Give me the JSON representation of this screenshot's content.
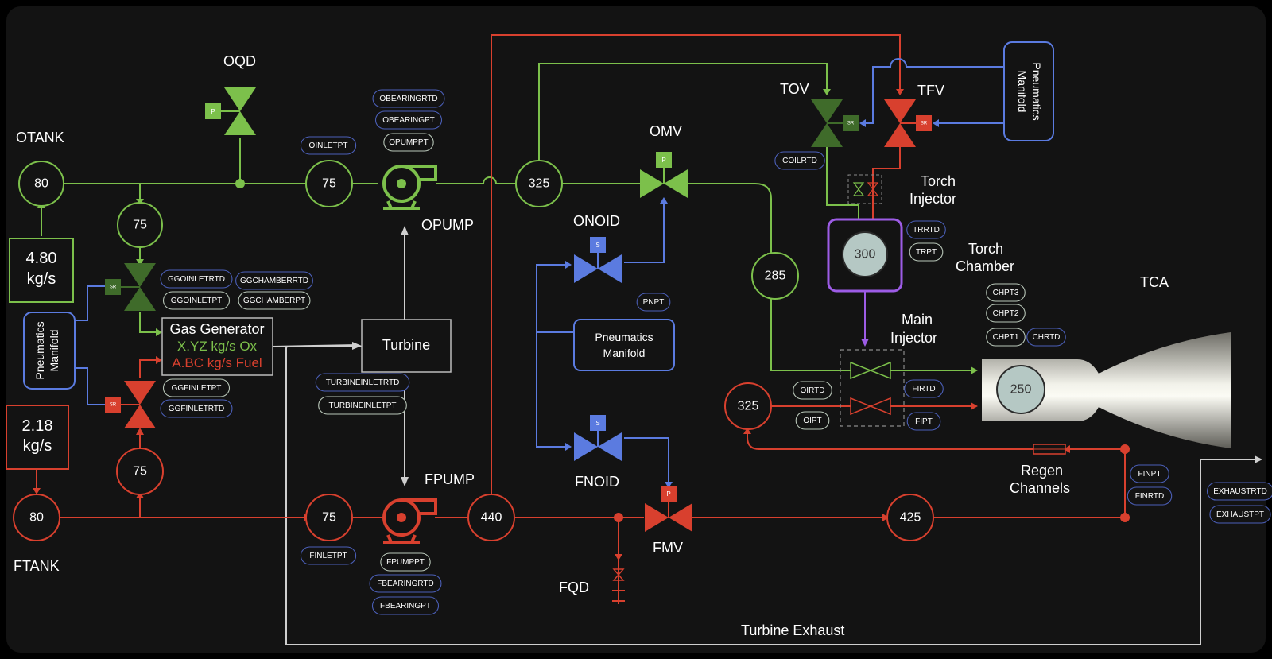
{
  "colors": {
    "ox": "#7cc04b",
    "ox_dark": "#3f6b2a",
    "fuel": "#d8402e",
    "pneu": "#5b7be0",
    "exhaust": "#cfcfcf",
    "purple": "#9d5ce6",
    "bg": "#131313"
  },
  "labels": {
    "oqd": "OQD",
    "otank": "OTANK",
    "ftank": "FTANK",
    "opump": "OPUMP",
    "fpump": "FPUMP",
    "omv": "OMV",
    "onoid": "ONOID",
    "fnoid": "FNOID",
    "fmv": "FMV",
    "fqd": "FQD",
    "tov": "TOV",
    "tfv": "TFV",
    "torch_injector_1": "Torch",
    "torch_injector_2": "Injector",
    "torch_chamber_1": "Torch",
    "torch_chamber_2": "Chamber",
    "main_injector_1": "Main",
    "main_injector_2": "Injector",
    "tca": "TCA",
    "regen_1": "Regen",
    "regen_2": "Channels",
    "turbine_exhaust": "Turbine Exhaust",
    "turbine": "Turbine",
    "pneu_manifold_1": "Pneumatics",
    "pneu_manifold_2": "Manifold"
  },
  "gas_generator": {
    "title": "Gas Generator",
    "ox": "X.YZ kg/s Ox",
    "fuel": "A.BC kg/s Fuel"
  },
  "flow_readouts": {
    "ox_value": "4.80",
    "ox_unit": "kg/s",
    "fuel_value": "2.18",
    "fuel_unit": "kg/s"
  },
  "gauges": {
    "otank": "80",
    "ox_branch": "75",
    "oinlet": "75",
    "opump_out": "325",
    "omv_down": "285",
    "ftank": "80",
    "fuel_branch": "75",
    "finlet": "75",
    "fpump_out": "440",
    "fmv_down": "425",
    "fuel_return": "325",
    "torch_chamber": "300",
    "tca": "250"
  },
  "sensor_tags": {
    "oinletpt": "OINLETPT",
    "obearingrtd": "OBEARINGRTD",
    "obearingpt": "OBEARINGPT",
    "opumppt": "OPUMPPT",
    "ggoinletrtd": "GGOINLETRTD",
    "ggoinletpt": "GGOINLETPT",
    "ggchamberrtd": "GGCHAMBERRTD",
    "ggchamberpt": "GGCHAMBERPT",
    "ggfinletpt": "GGFINLETPT",
    "ggfinletrtd": "GGFINLETRTD",
    "turbineinletrtd": "TURBINEINLETRTD",
    "turbineinletpt": "TURBINEINLETPT",
    "finletpt": "FINLETPT",
    "fpumppt": "FPUMPPT",
    "fbearingrtd": "FBEARINGRTD",
    "fbearingpt": "FBEARINGPT",
    "pnpt": "PNPT",
    "coilrtd": "COILRTD",
    "trrtd": "TRRTD",
    "trpt": "TRPT",
    "chpt3": "CHPT3",
    "chpt2": "CHPT2",
    "chpt1": "CHPT1",
    "chrtd": "CHRTD",
    "oirtd": "OIRTD",
    "oipt": "OIPT",
    "firtd": "FIRTD",
    "fipt": "FIPT",
    "finpt": "FINPT",
    "finrtd": "FINRTD",
    "exhaustrtd": "EXHAUSTRTD",
    "exhaustpt": "EXHAUSTPT"
  },
  "actuator_marks": {
    "pneumatic": "P",
    "solenoid": "S",
    "servo": "SR"
  }
}
